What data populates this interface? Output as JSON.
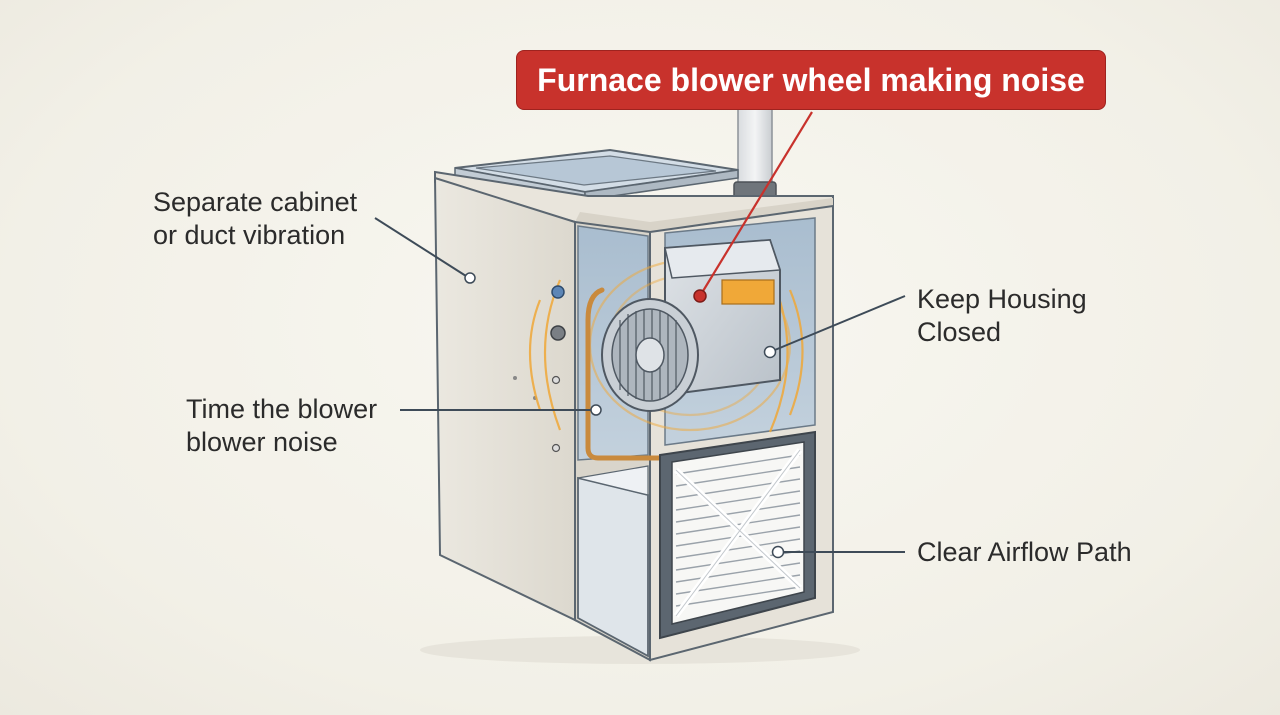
{
  "title": "Furnace blower wheel making noise",
  "callouts": [
    {
      "lines": [
        "Separate cabinet",
        "or duct vibration"
      ]
    },
    {
      "lines": [
        "Time the blower",
        "blower noise"
      ]
    },
    {
      "lines": [
        "Keep Housing",
        "Closed"
      ]
    },
    {
      "lines": [
        "Clear Airflow Path"
      ]
    }
  ],
  "colors": {
    "banner": "#c8322c",
    "cabinet_side": "#e7e4dc",
    "interior": "#b5c7d6",
    "accent_orange": "#f0a838",
    "leader_line": "#3e4b58"
  },
  "icons": [
    "furnace-cabinet",
    "blower-wheel",
    "air-filter",
    "exhaust-pipe",
    "noise-waves"
  ]
}
